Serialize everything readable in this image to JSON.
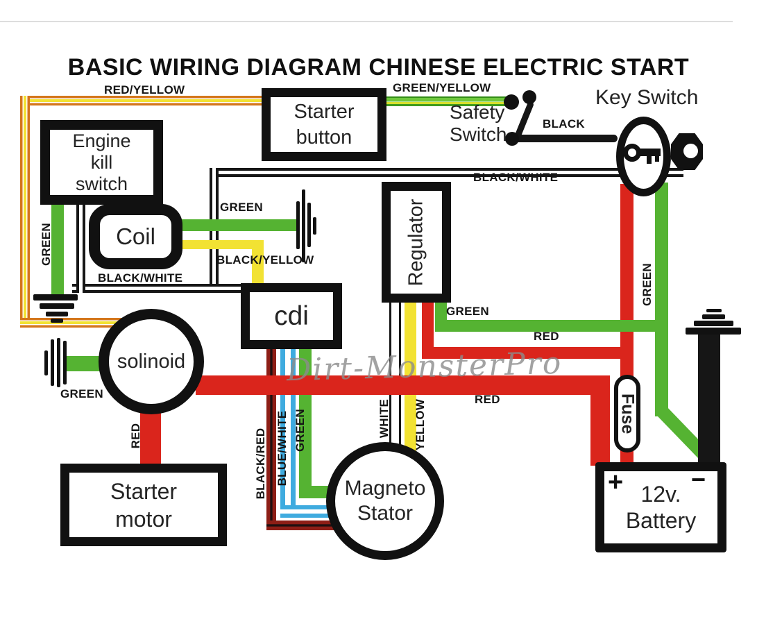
{
  "title": "BASIC WIRING DIAGRAM CHINESE ELECTRIC START",
  "watermark": "Dirt-MonsterPro",
  "components": {
    "engine_kill_switch": {
      "line1": "Engine",
      "line2": "kill",
      "line3": "switch"
    },
    "starter_button": {
      "line1": "Starter",
      "line2": "button"
    },
    "safety_switch": {
      "line1": "Safety",
      "line2": "Switch"
    },
    "key_switch": {
      "label": "Key Switch"
    },
    "coil": {
      "label": "Coil"
    },
    "regulator": {
      "label": "Regulator"
    },
    "cdi": {
      "label": "cdi"
    },
    "solenoid": {
      "label": "solinoid"
    },
    "fuse": {
      "label": "Fuse"
    },
    "magneto_stator": {
      "line1": "Magneto",
      "line2": "Stator"
    },
    "starter_motor": {
      "line1": "Starter",
      "line2": "motor"
    },
    "battery": {
      "line1": "12v.",
      "line2": "Battery",
      "plus": "+",
      "minus": "−"
    }
  },
  "wire_labels": {
    "red_yellow": "RED/YELLOW",
    "green_yellow": "GREEN/YELLOW",
    "black": "BLACK",
    "black_white_upper": "BLACK/WHITE",
    "black_white_lower": "BLACK/WHITE",
    "green_coil": "GREEN",
    "black_yellow": "BLACK/YELLOW",
    "green_kill_switch": "GREEN",
    "green_regulator": "GREEN",
    "red_regulator": "RED",
    "green_key_switch": "GREEN",
    "green_solenoid": "GREEN",
    "red_main": "RED",
    "red_starter_motor": "RED",
    "black_red": "BLACK/RED",
    "blue_white": "BLUE/WHITE",
    "green_cdi": "GREEN",
    "white": "WHITE",
    "yellow": "YELLOW"
  },
  "colors": {
    "green": "#55b332",
    "red": "#da251c",
    "dark_red": "#8d1e16",
    "yellow": "#f2e233",
    "orange": "#d4761b",
    "blue": "#3fabdf",
    "wire_black": "#161616",
    "watermark_grey": "#8c8c8c"
  }
}
